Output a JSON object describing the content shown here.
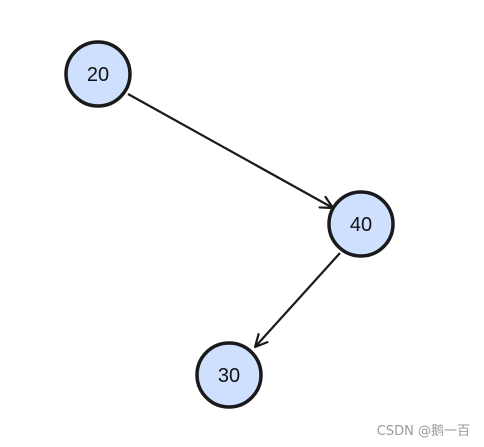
{
  "diagram": {
    "colors": {
      "node_fill": "#cfe0ff",
      "node_stroke": "#1a1a1a",
      "edge": "#1a1a1a"
    },
    "nodes": [
      {
        "id": "n20",
        "label": "20"
      },
      {
        "id": "n40",
        "label": "40"
      },
      {
        "id": "n30",
        "label": "30"
      }
    ],
    "edges": [
      {
        "from": "n20",
        "to": "n40"
      },
      {
        "from": "n40",
        "to": "n30"
      }
    ]
  },
  "watermark": {
    "text": "CSDN @鹅一百"
  }
}
